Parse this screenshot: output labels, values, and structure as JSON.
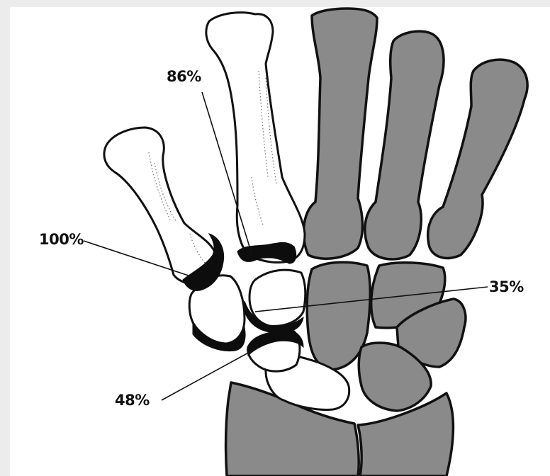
{
  "figure": {
    "palette": {
      "page_border": "#ececec",
      "paper": "#ffffff",
      "ink": "#111111",
      "shaded_bone": "#8a8a8a",
      "articular_highlight": "#0d0d0d"
    },
    "labels": [
      {
        "id": "label-86",
        "text": "86%"
      },
      {
        "id": "label-100",
        "text": "100%"
      },
      {
        "id": "label-35",
        "text": "35%"
      },
      {
        "id": "label-48",
        "text": "48%"
      }
    ]
  }
}
